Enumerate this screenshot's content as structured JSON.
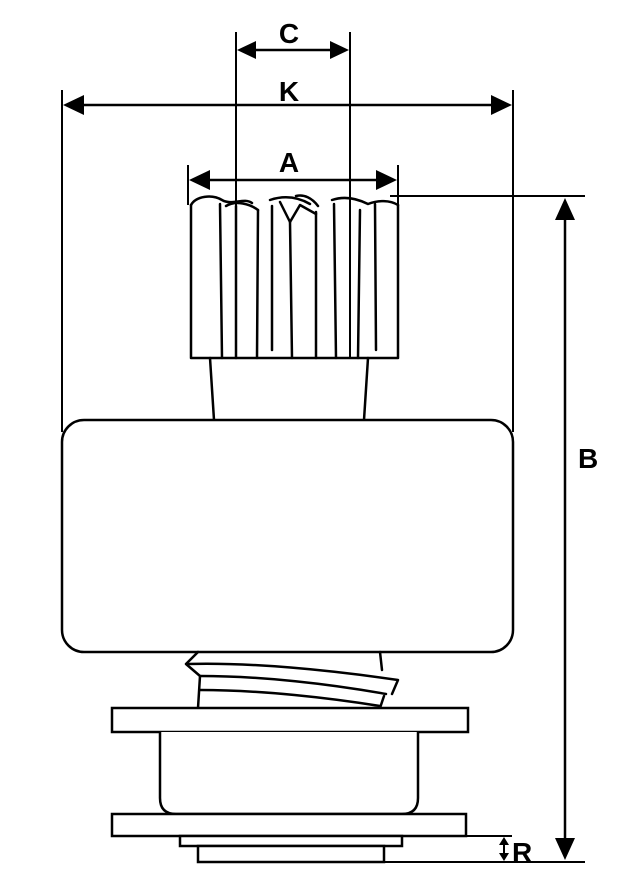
{
  "diagram": {
    "labels": {
      "c": "C",
      "k": "K",
      "a": "A",
      "b": "B",
      "r": "R"
    },
    "colors": {
      "line": "#000000",
      "background": "#ffffff"
    }
  }
}
